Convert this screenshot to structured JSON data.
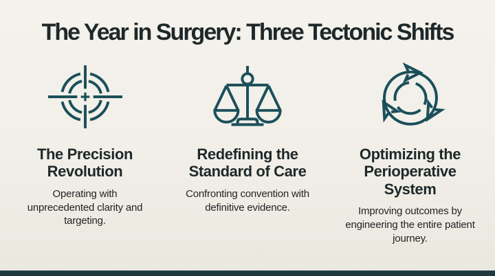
{
  "slide": {
    "title": "The Year in Surgery: Three Tectonic Shifts",
    "background_color": "#f1efe8",
    "accent_color": "#1b4f5a",
    "heading_color": "#1e282a",
    "footer_bar_color": "#1e3a40"
  },
  "columns": [
    {
      "icon": "crosshair-target-icon",
      "heading": "The Precision Revolution",
      "description": "Operating with unprecedented clarity and targeting."
    },
    {
      "icon": "balance-scale-icon",
      "heading": "Redefining the Standard of Care",
      "description": "Confronting convention with definitive evidence."
    },
    {
      "icon": "cycle-arrows-icon",
      "heading": "Optimizing the Perioperative System",
      "description": "Improving outcomes by engineering the entire patient journey."
    }
  ]
}
